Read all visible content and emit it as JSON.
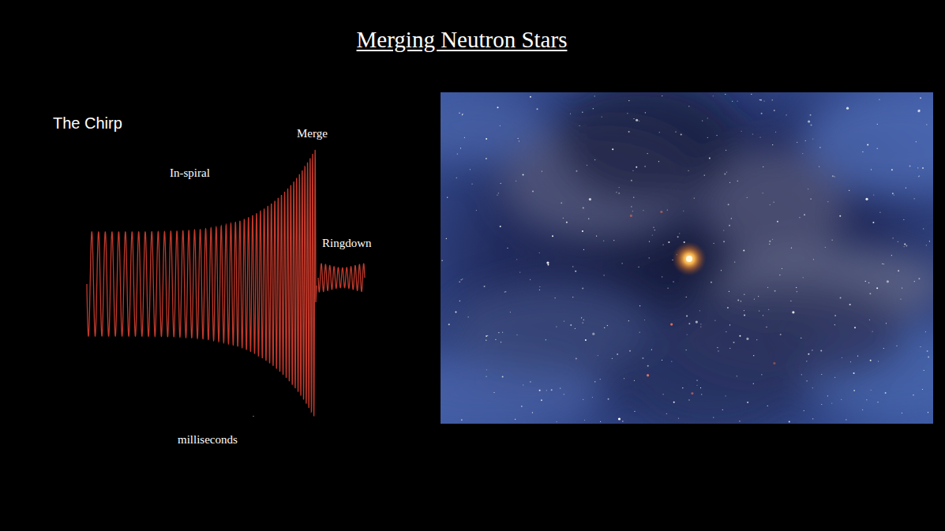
{
  "diagram": {
    "title": "Merging Neutron Stars",
    "labels": [
      "The Chirp",
      "In-spiral",
      "Merge",
      "Ringdown",
      "milliseconds"
    ]
  }
}
